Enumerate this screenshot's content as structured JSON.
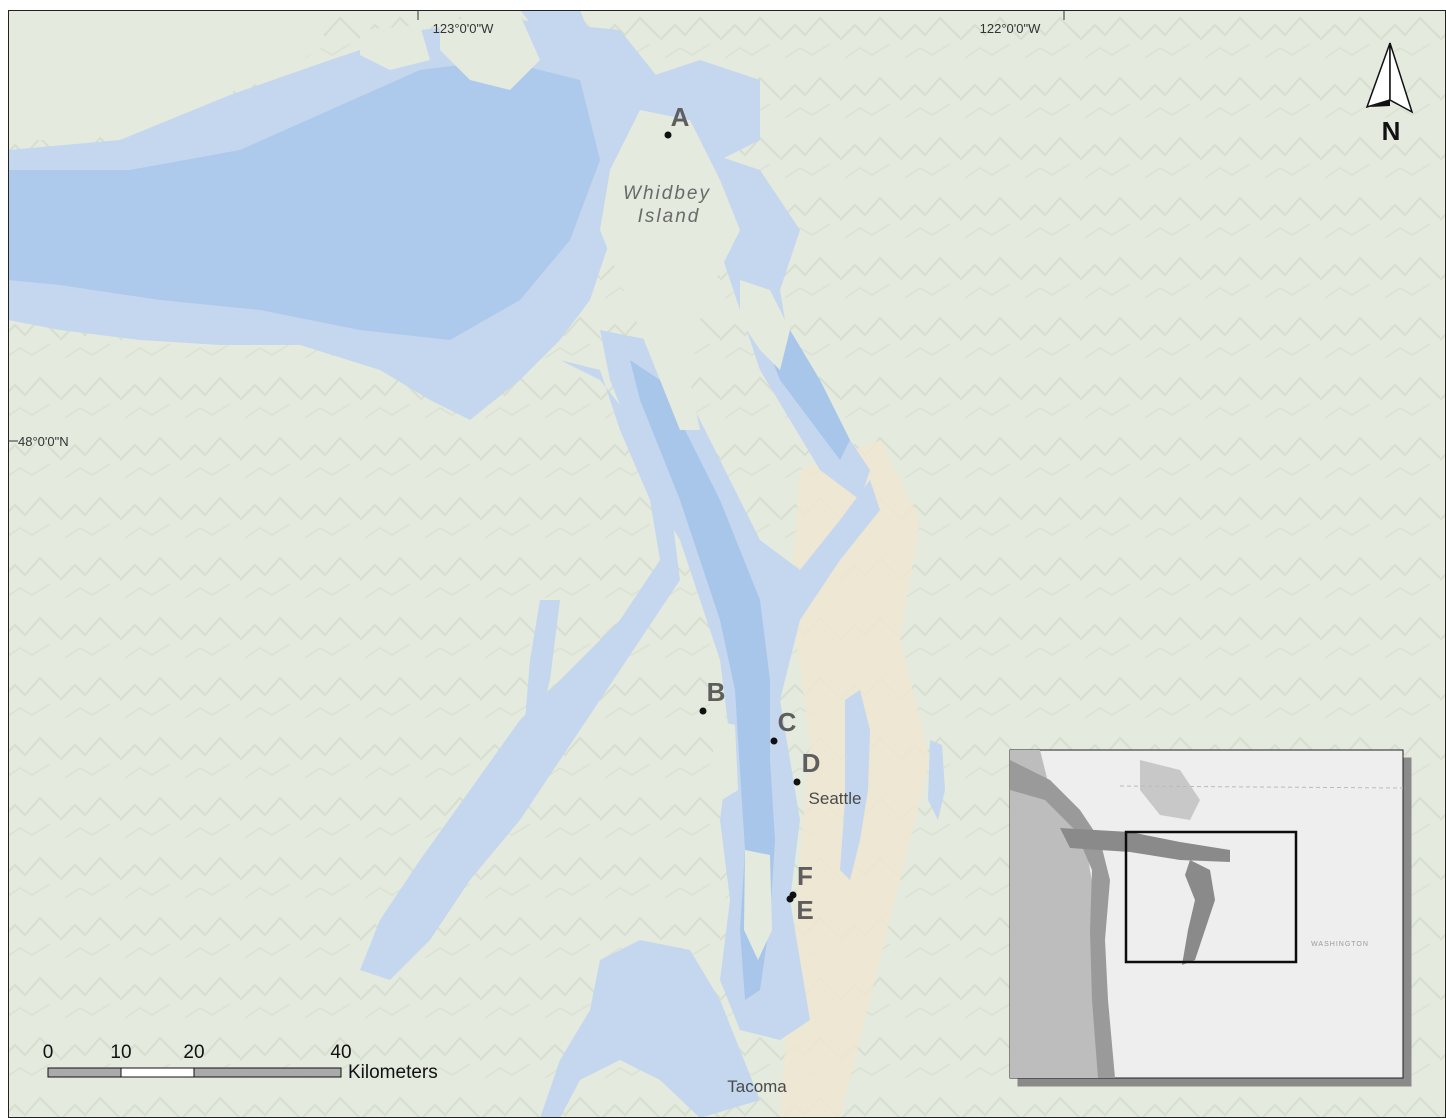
{
  "graticule": {
    "lon_labels": [
      "123°0'0\"W",
      "122°0'0\"W"
    ],
    "lat_labels": [
      "48°0'0\"N"
    ]
  },
  "places": {
    "island_line1": "Whidbey",
    "island_line2": "Island",
    "seattle": "Seattle",
    "tacoma": "Tacoma"
  },
  "sites": [
    {
      "label": "A"
    },
    {
      "label": "B"
    },
    {
      "label": "C"
    },
    {
      "label": "D"
    },
    {
      "label": "F"
    },
    {
      "label": "E"
    }
  ],
  "north_arrow": {
    "label": "N"
  },
  "scale_bar": {
    "ticks": [
      "0",
      "10",
      "20",
      "40"
    ],
    "unit": "Kilometers"
  },
  "inset": {
    "state_label": "WASHINGTON"
  },
  "colors": {
    "land": "#e4eadd",
    "water_shallow": "#c4d7ee",
    "water_deep": "#a8c6ea",
    "urban": "#efe6d2",
    "inset_land": "#e6e6e6",
    "inset_water": "#8a8a8a"
  }
}
